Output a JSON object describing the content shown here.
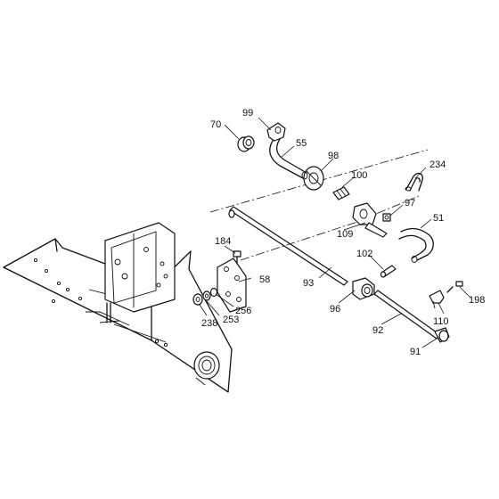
{
  "diagram": {
    "type": "exploded-parts-diagram",
    "callouts": {
      "c70": "70",
      "c99": "99",
      "c55": "55",
      "c98": "98",
      "c100": "100",
      "c234": "234",
      "c97": "97",
      "c51": "51",
      "c109": "109",
      "c184": "184",
      "c102": "102",
      "c198": "198",
      "c58": "58",
      "c93": "93",
      "c96": "96",
      "c110": "110",
      "c238": "238",
      "c253": "253",
      "c256": "256",
      "c92": "92",
      "c91": "91"
    }
  }
}
